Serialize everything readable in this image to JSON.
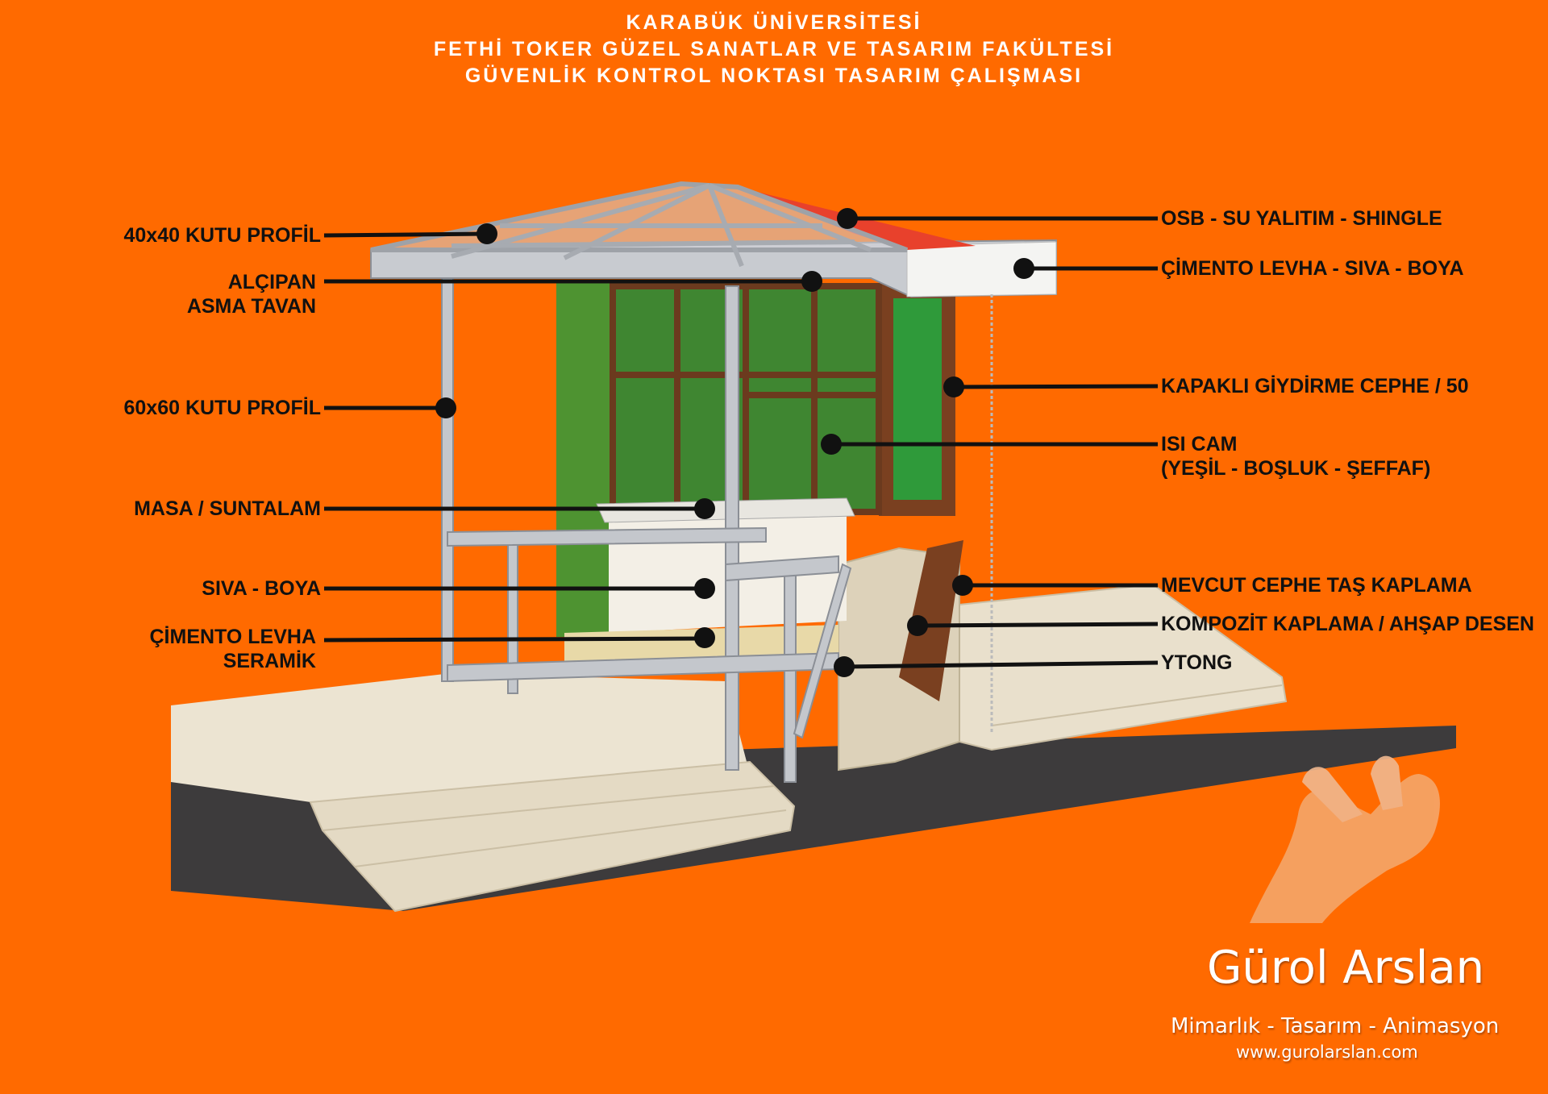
{
  "header": {
    "line1": "KARABÜK ÜNİVERSİTESİ",
    "line2": "FETHİ TOKER GÜZEL SANATLAR VE TASARIM FAKÜLTESİ",
    "line3": "GÜVENLİK KONTROL NOKTASI TASARIM ÇALIŞMASI"
  },
  "labels_left": [
    {
      "text": "40x40 KUTU PROFİL"
    },
    {
      "text": "ALÇIPAN",
      "text2": "ASMA TAVAN"
    },
    {
      "text": "60x60 KUTU PROFİL"
    },
    {
      "text": "MASA / SUNTALAM"
    },
    {
      "text": "SIVA - BOYA"
    },
    {
      "text": "ÇİMENTO LEVHA",
      "text2": "SERAMİK"
    }
  ],
  "labels_right": [
    {
      "text": "OSB - SU YALITIM - SHINGLE"
    },
    {
      "text": "ÇİMENTO LEVHA - SIVA - BOYA"
    },
    {
      "text": "KAPAKLI GİYDİRME CEPHE / 50"
    },
    {
      "text": "ISI CAM",
      "text2": "(YEŞİL - BOŞLUK - ŞEFFAF)"
    },
    {
      "text": "MEVCUT CEPHE TAŞ KAPLAMA"
    },
    {
      "text": "KOMPOZİT KAPLAMA / AHŞAP DESEN"
    },
    {
      "text": "YTONG"
    }
  ],
  "brand": {
    "name": "Gürol Arslan",
    "tagline": "Mimarlık - Tasarım - Animasyon",
    "website": "www.gurolarslan.com"
  },
  "colors": {
    "background": "#ff6a00",
    "leader": "#111111",
    "roof": "#e8412c",
    "glass": "#2f9a3a",
    "wood": "#7a4020"
  }
}
